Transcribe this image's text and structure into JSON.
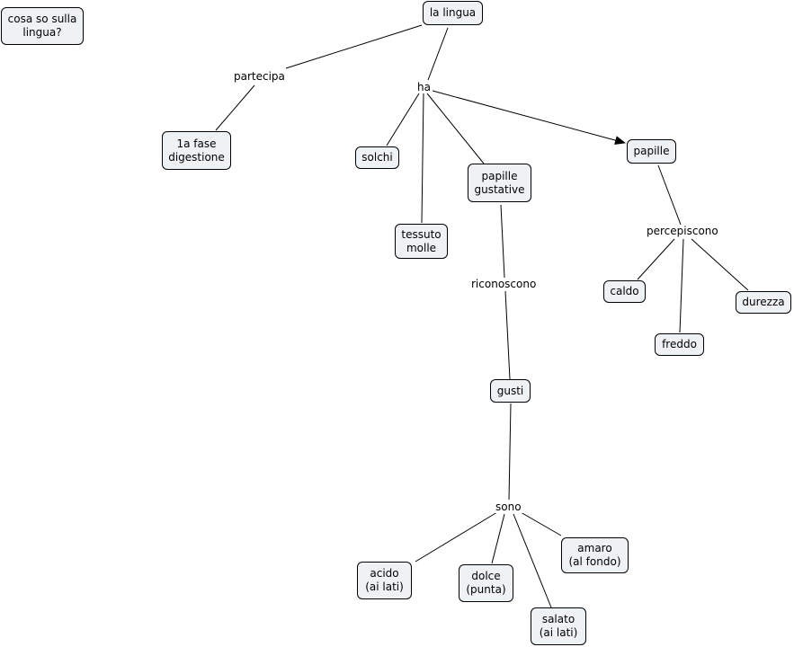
{
  "title_note": "cosa so sulla\nlingua?",
  "concepts": {
    "lingua": "la lingua",
    "digestione": "1a fase\ndigestione",
    "solchi": "solchi",
    "tessuto": "tessuto\nmolle",
    "papille_gustative": "papille\ngustative",
    "papille": "papille",
    "gusti": "gusti",
    "caldo": "caldo",
    "freddo": "freddo",
    "durezza": "durezza",
    "acido": "acido\n(ai lati)",
    "dolce": "dolce\n(punta)",
    "salato": "salato\n(ai lati)",
    "amaro": "amaro\n(al fondo)"
  },
  "linking_phrases": {
    "partecipa": "partecipa",
    "ha": "ha",
    "riconoscono": "riconoscono",
    "percepiscono": "percepiscono",
    "sono": "sono"
  }
}
